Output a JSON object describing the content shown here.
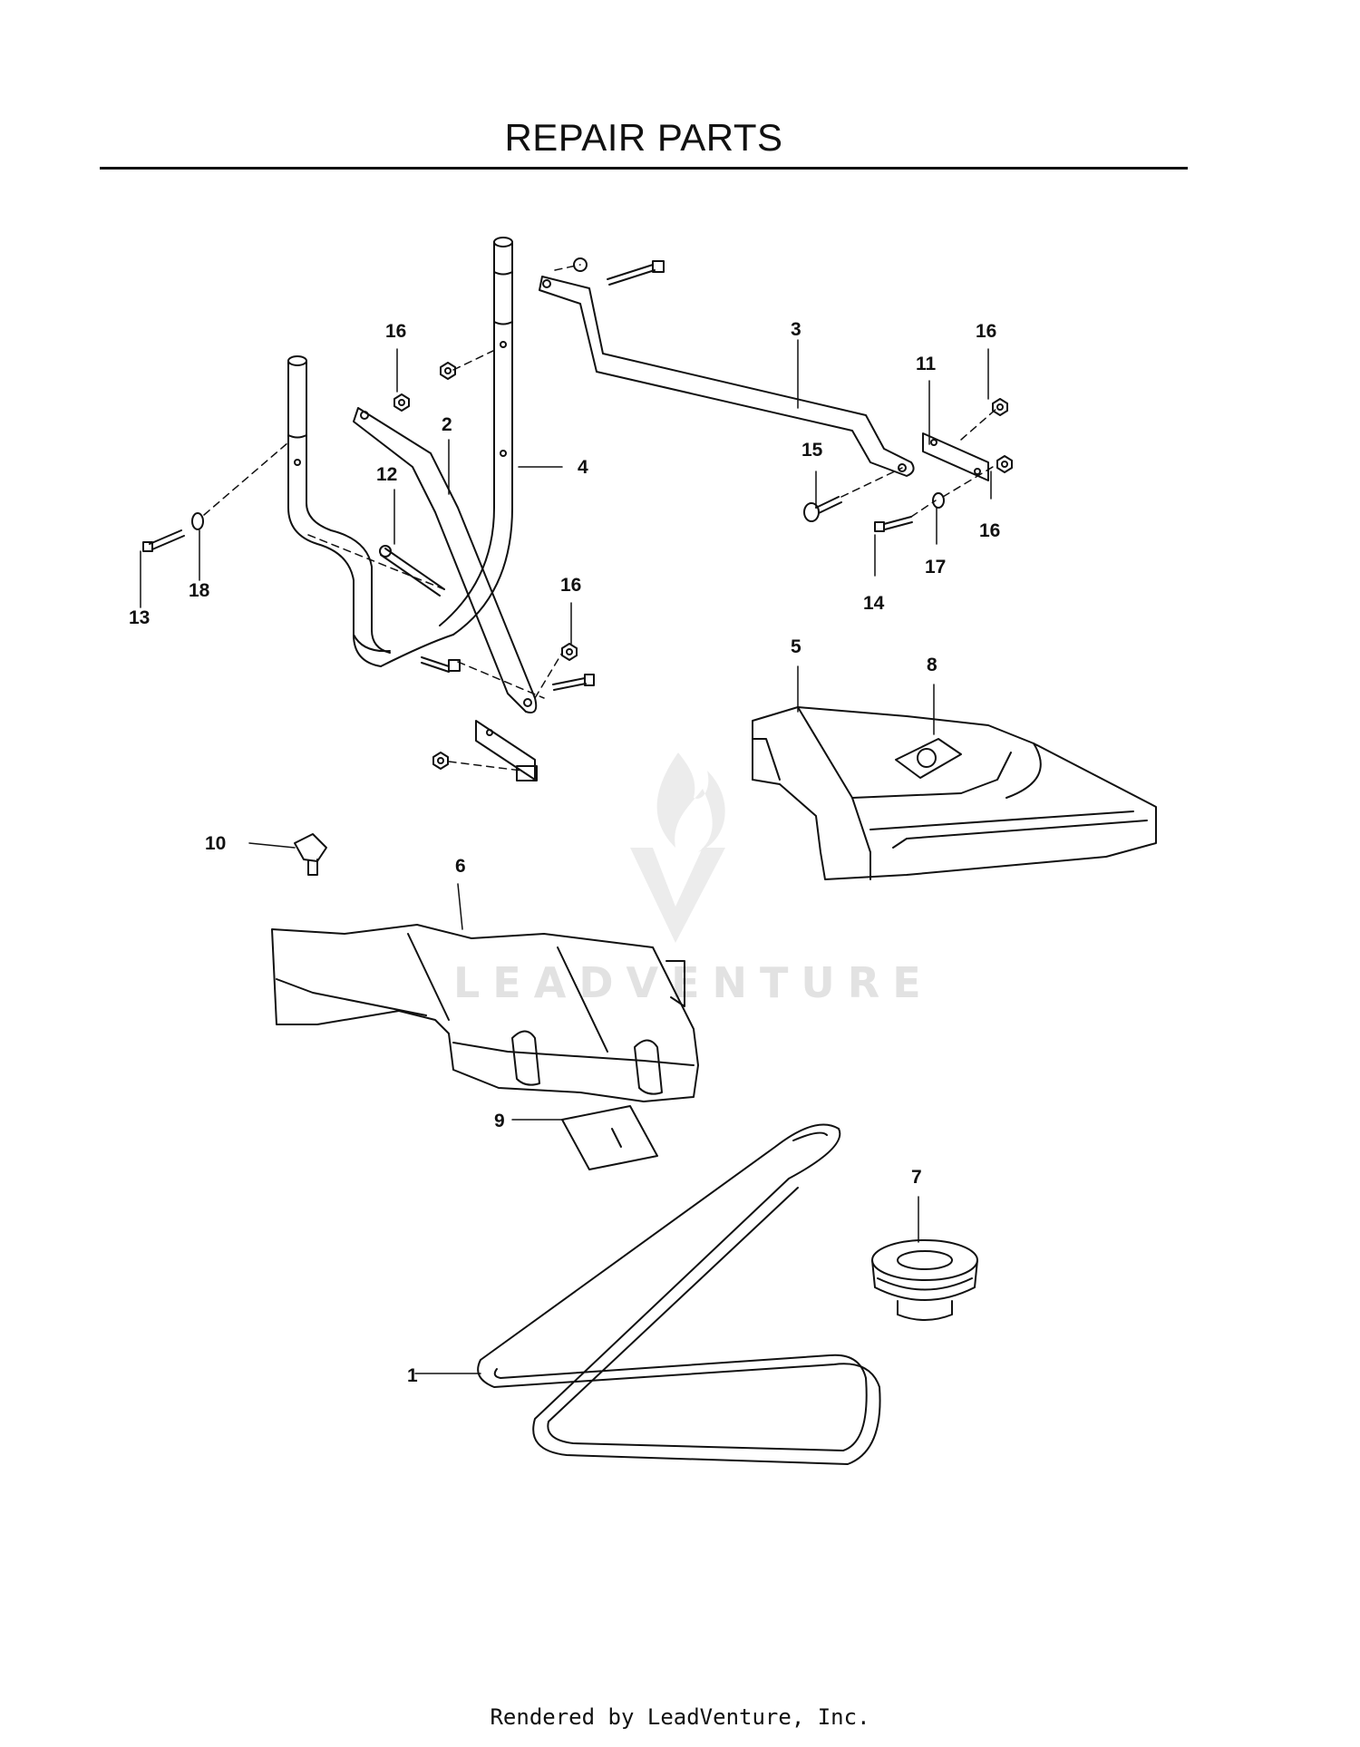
{
  "page": {
    "title": "REPAIR PARTS",
    "footer": "Rendered by LeadVenture, Inc.",
    "watermark": "LEADVENTURE"
  },
  "callouts": [
    {
      "id": "c1",
      "label": "1"
    },
    {
      "id": "c2",
      "label": "2"
    },
    {
      "id": "c3",
      "label": "3"
    },
    {
      "id": "c4",
      "label": "4"
    },
    {
      "id": "c5",
      "label": "5"
    },
    {
      "id": "c6",
      "label": "6"
    },
    {
      "id": "c7",
      "label": "7"
    },
    {
      "id": "c8",
      "label": "8"
    },
    {
      "id": "c9",
      "label": "9"
    },
    {
      "id": "c10",
      "label": "10"
    },
    {
      "id": "c11",
      "label": "11"
    },
    {
      "id": "c12",
      "label": "12"
    },
    {
      "id": "c13",
      "label": "13"
    },
    {
      "id": "c14",
      "label": "14"
    },
    {
      "id": "c15",
      "label": "15"
    },
    {
      "id": "c16a",
      "label": "16"
    },
    {
      "id": "c16b",
      "label": "16"
    },
    {
      "id": "c16c",
      "label": "16"
    },
    {
      "id": "c16d",
      "label": "16"
    },
    {
      "id": "c17",
      "label": "17"
    },
    {
      "id": "c18",
      "label": "18"
    }
  ]
}
